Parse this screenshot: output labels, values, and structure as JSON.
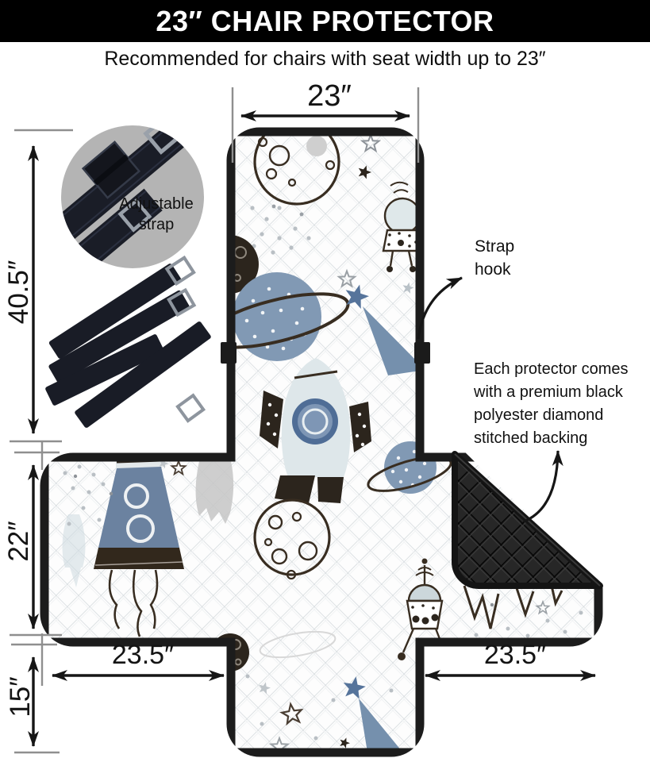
{
  "header": {
    "title": "23″ CHAIR PROTECTOR"
  },
  "subtitle": "Recommended for chairs with seat width up to 23″",
  "dimensions": {
    "top_width": "23″",
    "back_height": "40.5″",
    "seat_depth": "22″",
    "front_skirt": "15″",
    "left_flap": "23.5″",
    "right_flap": "23.5″"
  },
  "callouts": {
    "adjustable_strap": [
      "Adjustable",
      "strap"
    ],
    "strap_hook": [
      "Strap",
      "hook"
    ],
    "backing_note": [
      "Each protector comes",
      "with a premium black",
      "polyester diamond",
      "stitched backing"
    ]
  },
  "colors": {
    "header_bg": "#000000",
    "header_text": "#ffffff",
    "outline_black": "#1c1c1c",
    "inset_circle_gray": "#b4b4b4",
    "strap_dark": "#1a1d27",
    "accent_blue": "#7e96b5",
    "doodle_brown": "#382d21",
    "backing_dark": "#262626",
    "quilt_line": "#d9dee1"
  }
}
